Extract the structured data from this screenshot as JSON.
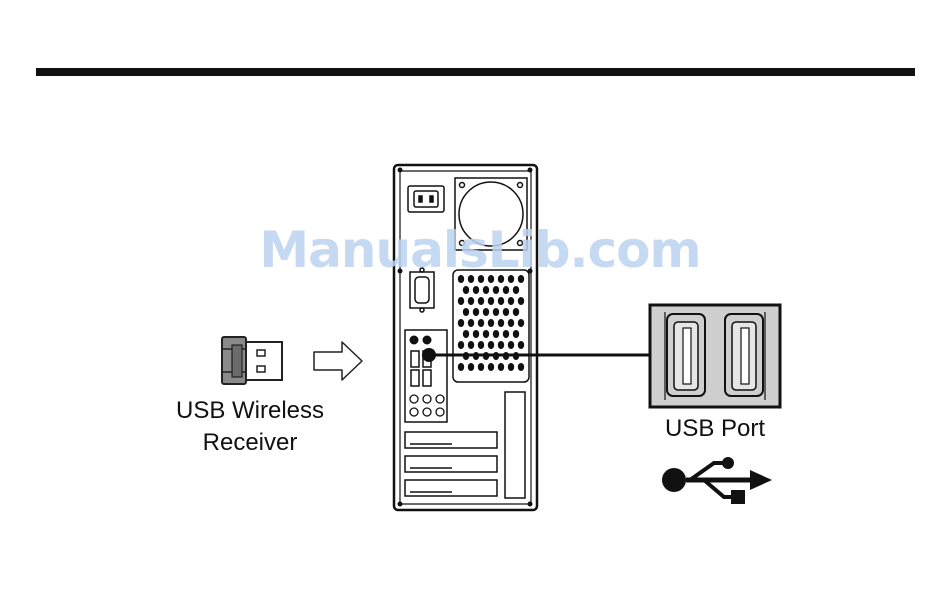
{
  "labels": {
    "receiver_line1": "USB Wireless",
    "receiver_line2": "Receiver",
    "port": "USB Port"
  },
  "watermark": "ManualsLib.com",
  "colors": {
    "ink": "#111111",
    "panel_gray": "#cfcfcf",
    "receiver_gray": "#8a8a8a",
    "watermark": "#bcd3f0"
  }
}
